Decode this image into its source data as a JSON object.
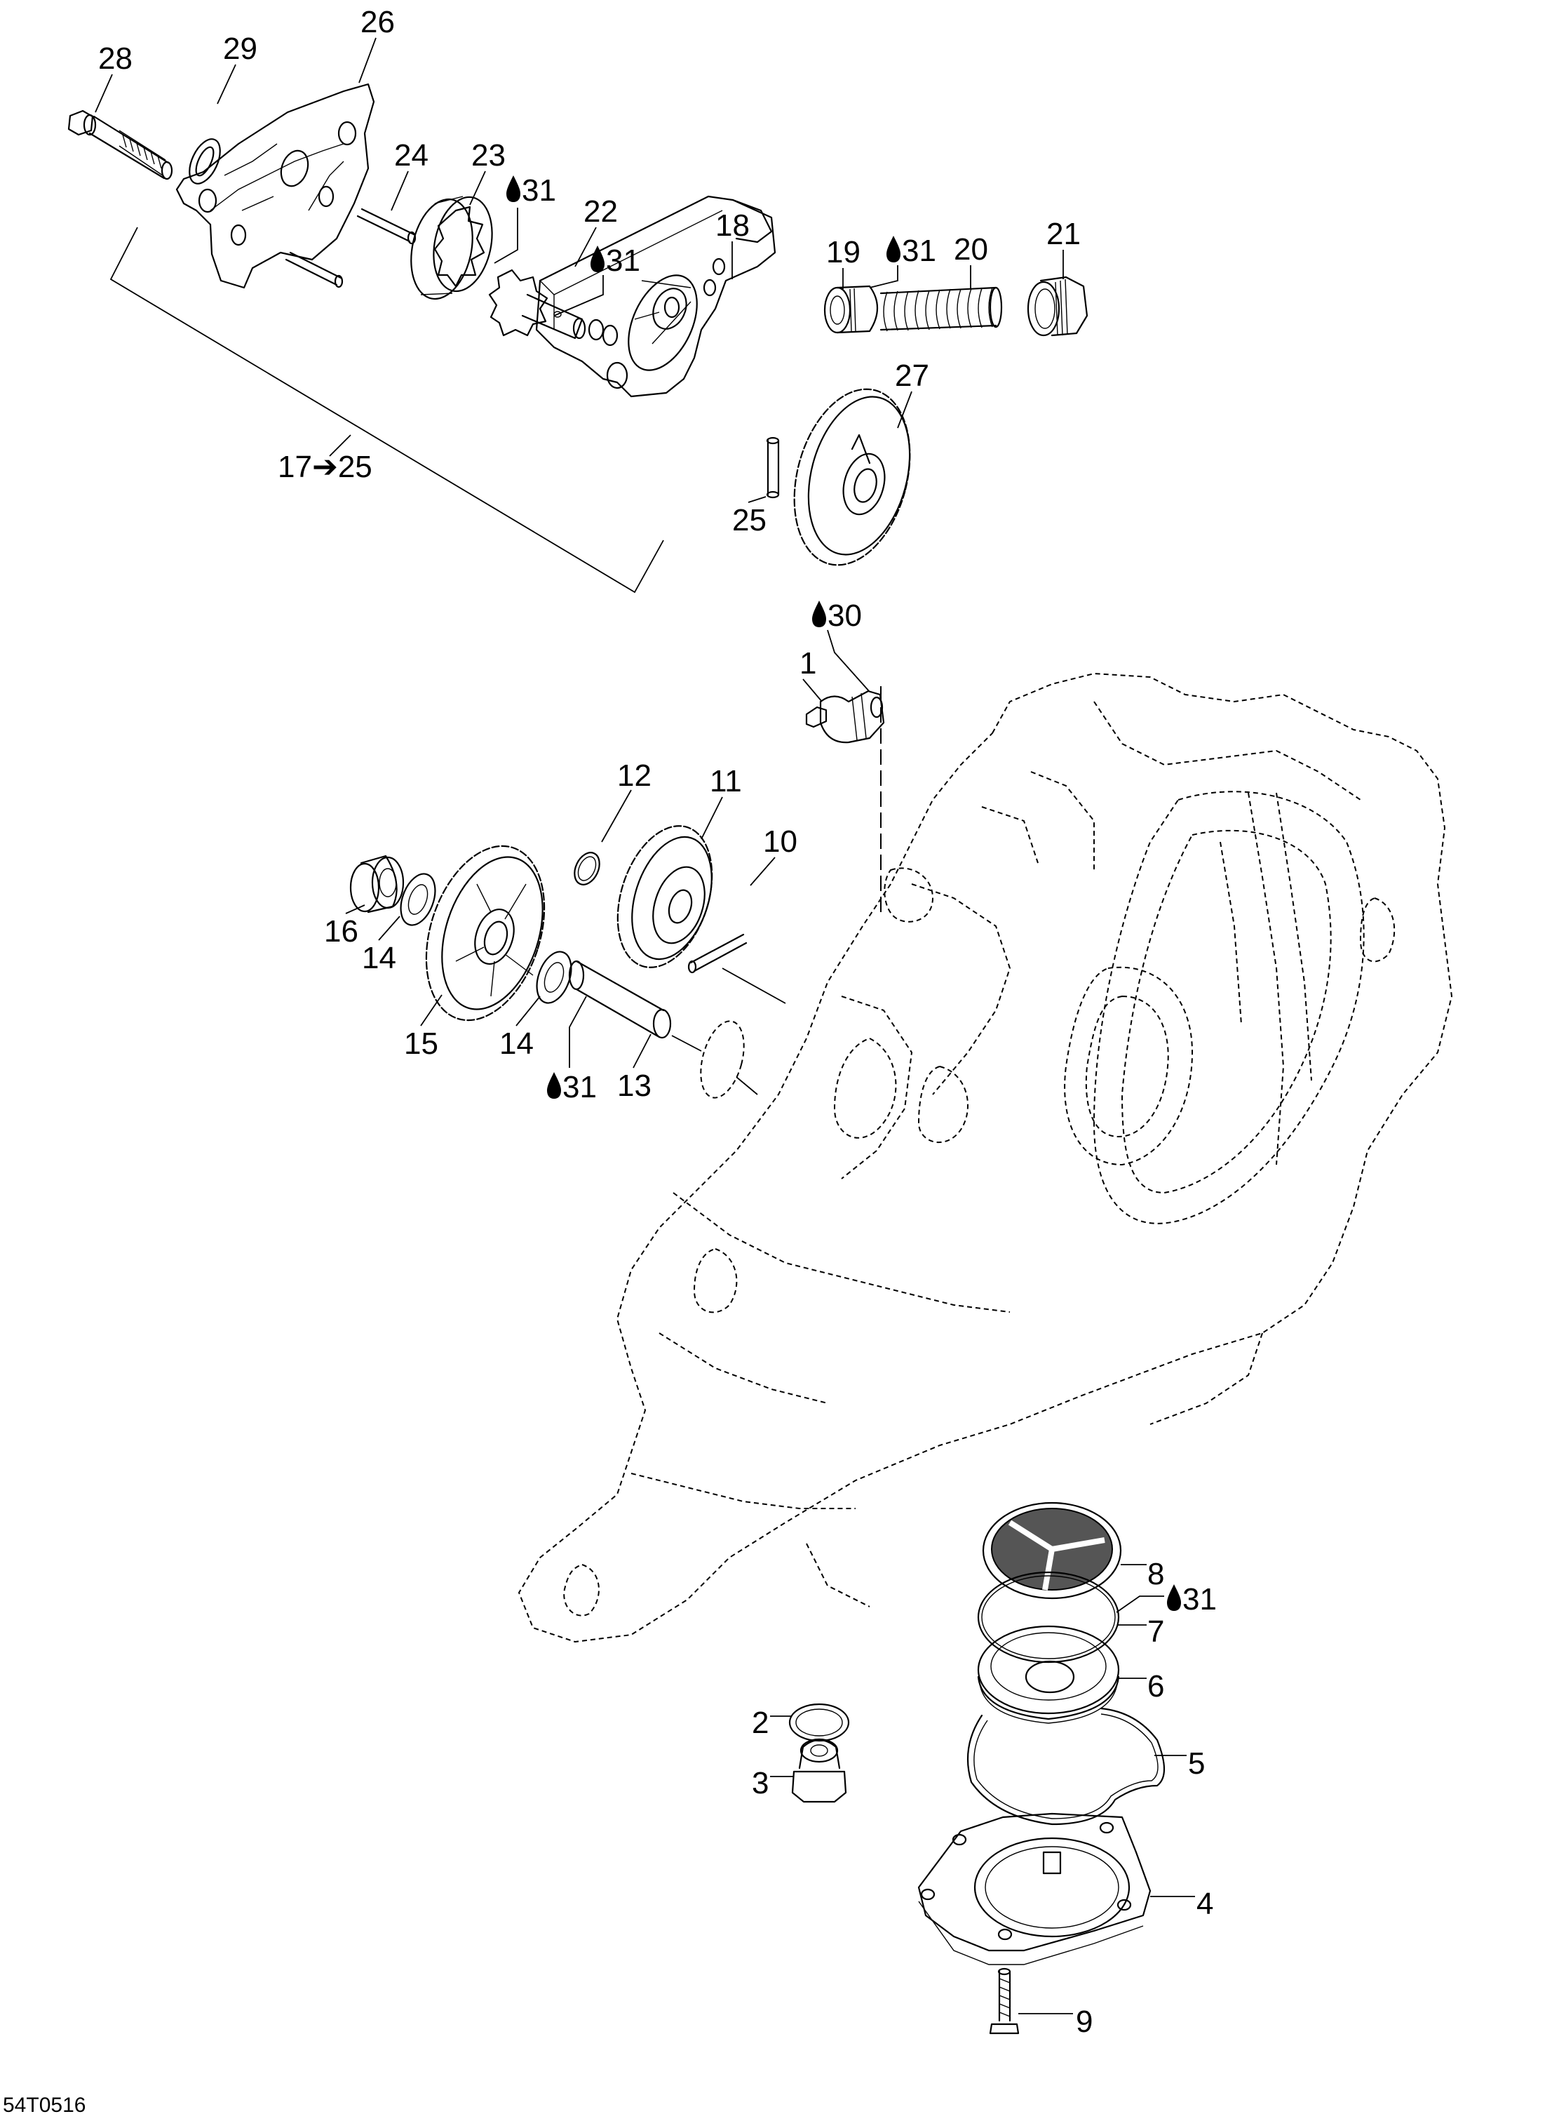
{
  "diagram": {
    "title": "Oil pump and oil strainer exploded parts view",
    "drawing_code": "54T0516",
    "callouts": [
      {
        "id": "c1",
        "label": "1"
      },
      {
        "id": "c2",
        "label": "2"
      },
      {
        "id": "c3",
        "label": "3"
      },
      {
        "id": "c4",
        "label": "4"
      },
      {
        "id": "c5",
        "label": "5"
      },
      {
        "id": "c6",
        "label": "6"
      },
      {
        "id": "c7",
        "label": "7"
      },
      {
        "id": "c8",
        "label": "8"
      },
      {
        "id": "c9",
        "label": "9"
      },
      {
        "id": "c10",
        "label": "10"
      },
      {
        "id": "c11",
        "label": "11"
      },
      {
        "id": "c12",
        "label": "12"
      },
      {
        "id": "c13",
        "label": "13"
      },
      {
        "id": "c14a",
        "label": "14"
      },
      {
        "id": "c14b",
        "label": "14"
      },
      {
        "id": "c15",
        "label": "15"
      },
      {
        "id": "c16",
        "label": "16"
      },
      {
        "id": "c18",
        "label": "18"
      },
      {
        "id": "c19",
        "label": "19"
      },
      {
        "id": "c20",
        "label": "20"
      },
      {
        "id": "c21",
        "label": "21"
      },
      {
        "id": "c22",
        "label": "22"
      },
      {
        "id": "c23",
        "label": "23"
      },
      {
        "id": "c24",
        "label": "24"
      },
      {
        "id": "c25",
        "label": "25"
      },
      {
        "id": "c26",
        "label": "26"
      },
      {
        "id": "c27",
        "label": "27"
      },
      {
        "id": "c28",
        "label": "28"
      },
      {
        "id": "c29",
        "label": "29"
      }
    ],
    "assembly_range": {
      "from": "17",
      "arrow": "➔",
      "to": "25"
    },
    "lubricant_callouts": [
      {
        "id": "l30",
        "icon": "oil-drop-icon",
        "label": "30"
      },
      {
        "id": "l31a",
        "icon": "oil-drop-icon",
        "label": "31"
      },
      {
        "id": "l31b",
        "icon": "oil-drop-icon",
        "label": "31"
      },
      {
        "id": "l31c",
        "icon": "oil-drop-icon",
        "label": "31"
      },
      {
        "id": "l31d",
        "icon": "oil-drop-icon",
        "label": "31"
      },
      {
        "id": "l31e",
        "icon": "oil-drop-icon",
        "label": "31"
      }
    ]
  }
}
